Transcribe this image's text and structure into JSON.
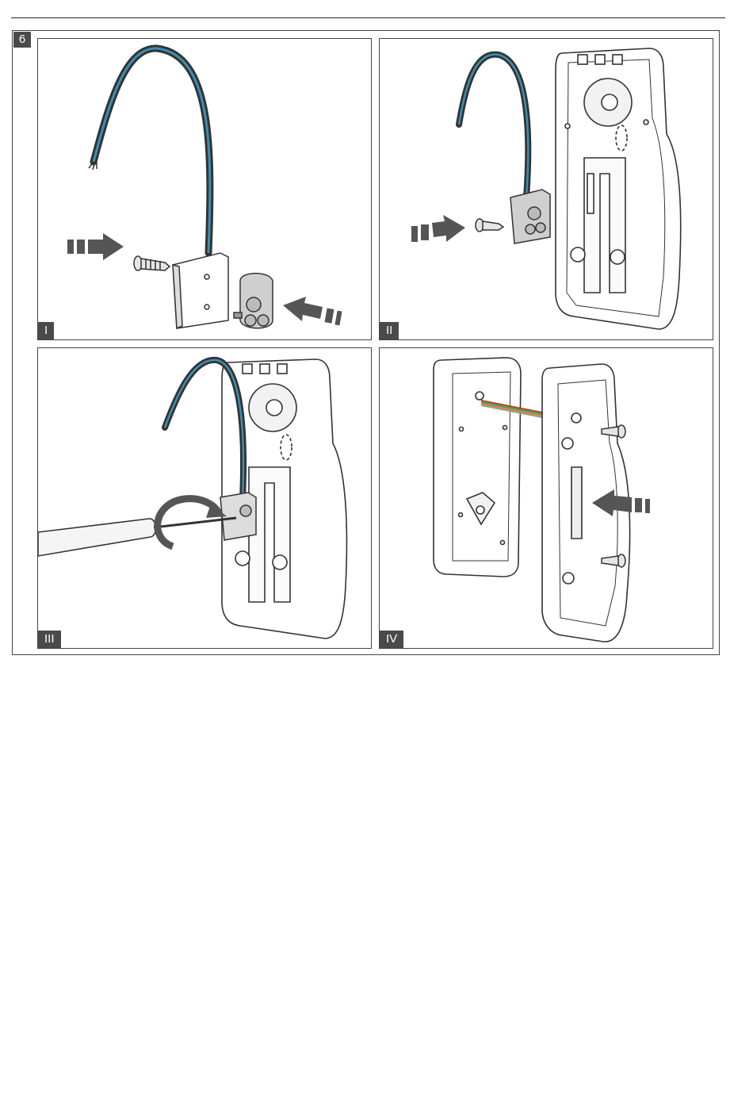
{
  "figure": {
    "number": "6"
  },
  "panels": [
    {
      "label": "I"
    },
    {
      "label": "II"
    },
    {
      "label": "III"
    },
    {
      "label": "IV"
    }
  ],
  "colors": {
    "frame": "#444444",
    "label_bg": "#4a4a4a",
    "arrow": "#555555",
    "cable_blue": "#3a8fb5",
    "cable_dark": "#333333",
    "wire_colors": [
      "#c0392b",
      "#27ae60",
      "#e67e22",
      "#2e86c1",
      "#8e44ad",
      "#999999"
    ]
  }
}
